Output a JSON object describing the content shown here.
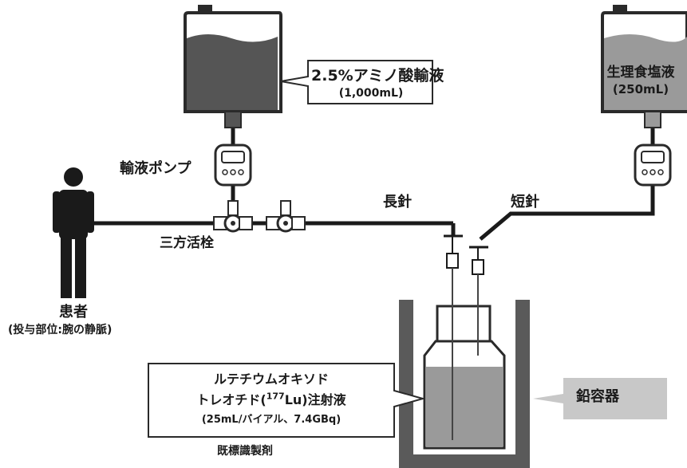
{
  "amino_bag": {
    "name": "2.5%アミノ酸輸液",
    "volume": "(1,000mL)"
  },
  "saline_bag": {
    "name": "生理食塩液",
    "volume": "(250mL)"
  },
  "pump_label": "輸液ポンプ",
  "stopcock_label": "三方活栓",
  "long_needle_label": "長針",
  "short_needle_label": "短針",
  "patient": {
    "title": "患者",
    "subtitle": "(投与部位:腕の静脈)"
  },
  "drug": {
    "line1": "ルテチウムオキソド",
    "line2_pre": "トレオチド(",
    "line2_sup": "177",
    "line2_post": "Lu)注射液",
    "line3": "(25mL/バイアル、7.4GBq)"
  },
  "product_label": "既標識製剤",
  "lead_container_label": "鉛容器",
  "colors": {
    "fluid": "#555555",
    "bag_outline": "#2a2a2a",
    "tube": "#1a1a1a",
    "vial_fluid": "#9a9a9a",
    "lead": "#5a5a5a",
    "callout_gray": "#c8c8c8"
  },
  "icons": [
    "person-icon",
    "infusion-pump-icon",
    "stopcock-icon",
    "vial-icon",
    "lead-container-icon",
    "iv-bag-icon"
  ]
}
